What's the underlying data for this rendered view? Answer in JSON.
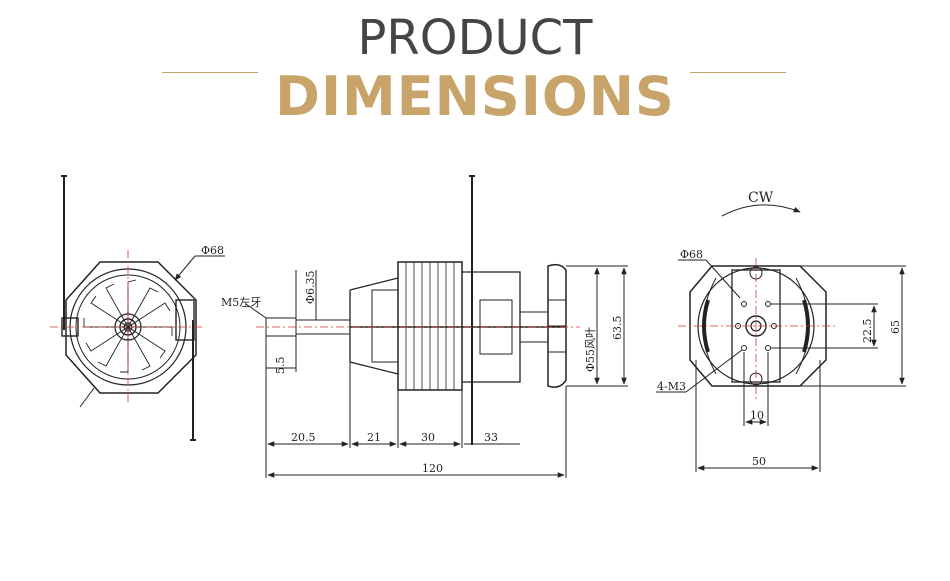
{
  "header": {
    "line1": "PRODUCT",
    "line2": "DIMENSIONS",
    "colors": {
      "title_dark": "#454545",
      "accent_gold": "#c8a46a"
    }
  },
  "front_view": {
    "diameter_label": "Φ68"
  },
  "side_view": {
    "thread_label": "M5左牙",
    "shaft_dia_label": "Φ6.35",
    "shaft_step_label": "5.5",
    "fan_dia_label": "Φ55风叶",
    "height_label": "63.5",
    "dims": {
      "d1": "20.5",
      "d2": "21",
      "d3": "30",
      "d4": "33",
      "total": "120"
    }
  },
  "rear_view": {
    "rotation_label": "CW",
    "diameter_label": "Φ68",
    "holes_label": "4-M3",
    "hole_spacing_v_label": "22.5",
    "height_label": "65",
    "hole_spacing_h_label": "10",
    "width_label": "50"
  }
}
